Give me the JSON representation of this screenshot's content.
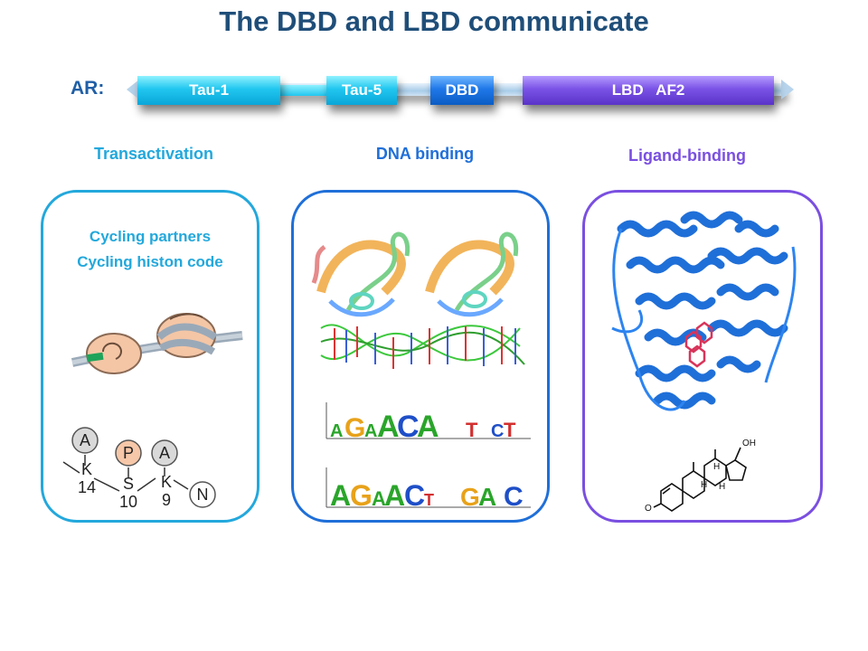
{
  "title": "The DBD and LBD communicate",
  "domain_bar": {
    "label": "AR:",
    "segments": [
      {
        "name": "Tau-1",
        "label": "Tau-1"
      },
      {
        "name": "Tau-5",
        "label": "Tau-5"
      },
      {
        "name": "DBD",
        "label": "DBD"
      },
      {
        "name": "LBD",
        "label": "LBD   AF2"
      }
    ]
  },
  "sections": {
    "transactivation": {
      "heading": "Transactivation",
      "lines": [
        "Cycling partners",
        "Cycling histon code"
      ],
      "histone_marks": [
        {
          "mod": "A",
          "residue": "K",
          "position": "14"
        },
        {
          "mod": "P",
          "residue": "S",
          "position": "10"
        },
        {
          "mod": "A",
          "residue": "K",
          "position": "9"
        },
        {
          "mod": "",
          "residue": "N",
          "position": ""
        }
      ]
    },
    "dna_binding": {
      "heading": "DNA binding",
      "motif_top": [
        "A",
        "G",
        "A",
        "A",
        "C",
        "A",
        "T",
        "C",
        "T"
      ],
      "motif_bottom": [
        "A",
        "G",
        "A",
        "A",
        "C",
        "T",
        "G",
        "A",
        "C"
      ]
    },
    "ligand_binding": {
      "heading": "Ligand-binding",
      "steroid_labels": {
        "oh": "OH",
        "o": "O",
        "h1": "H",
        "h2": "H",
        "h3": "H"
      }
    }
  },
  "colors": {
    "title": "#1f4e79",
    "cyan": "#23a8dc",
    "blue": "#1f6fd8",
    "purple": "#7a4fe0"
  }
}
